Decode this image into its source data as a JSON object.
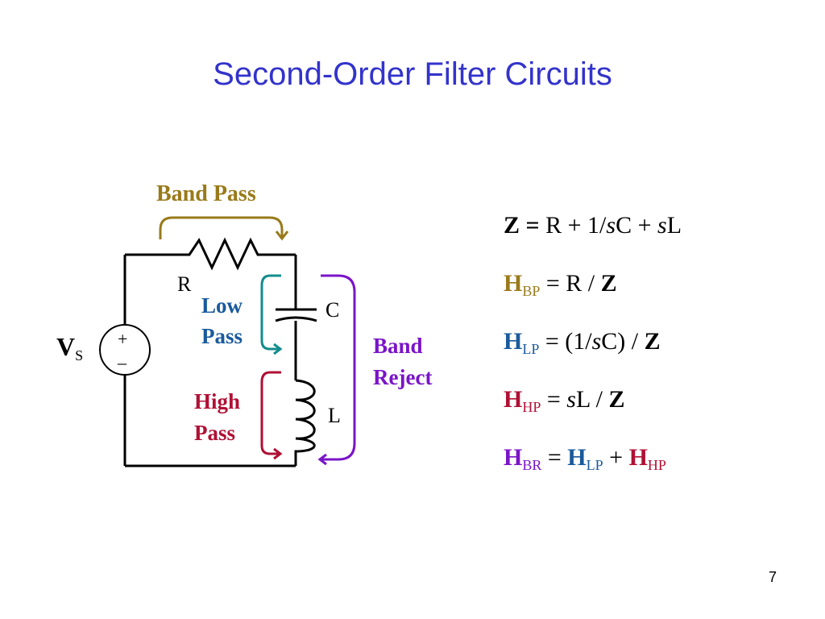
{
  "title": "Second-Order Filter Circuits",
  "colors": {
    "title": "#3333cc",
    "band_pass": "#997a1a",
    "low_pass": "#138c8c",
    "high_pass": "#b01035",
    "band_reject": "#7a14c8",
    "h_bp": "#997a1a",
    "h_lp": "#1a5a9c",
    "h_hp": "#b01035",
    "h_br": "#7a14c8"
  },
  "circuit": {
    "source_label": "V",
    "source_sub": "S",
    "plus": "+",
    "minus": "–",
    "resistor_label": "R",
    "capacitor_label": "C",
    "inductor_label": "L",
    "band_pass_label": "Band Pass",
    "low_pass_line1": "Low",
    "low_pass_line2": "Pass",
    "high_pass_line1": "High",
    "high_pass_line2": "Pass",
    "band_reject_line1": "Band",
    "band_reject_line2": "Reject"
  },
  "equations": {
    "z": {
      "lhs": "Z",
      "eq": " = ",
      "r": "R",
      "plus1": " + 1/",
      "s1": "s",
      "c": "C + ",
      "s2": "s",
      "l": "L"
    },
    "hbp": {
      "h": "H",
      "sub": "BP",
      "eq": " = R / ",
      "z": "Z"
    },
    "hlp": {
      "h": "H",
      "sub": "LP",
      "eq": " = (1/",
      "s": "s",
      "c": "C) / ",
      "z": "Z"
    },
    "hhp": {
      "h": "H",
      "sub": "HP",
      "eq": " = ",
      "s": "s",
      "l": "L / ",
      "z": "Z"
    },
    "hbr": {
      "h": "H",
      "sub": "BR",
      "eq": " = ",
      "h2": "H",
      "sub2": "LP",
      "plus": " + ",
      "h3": "H",
      "sub3": "HP"
    }
  },
  "page_number": "7"
}
